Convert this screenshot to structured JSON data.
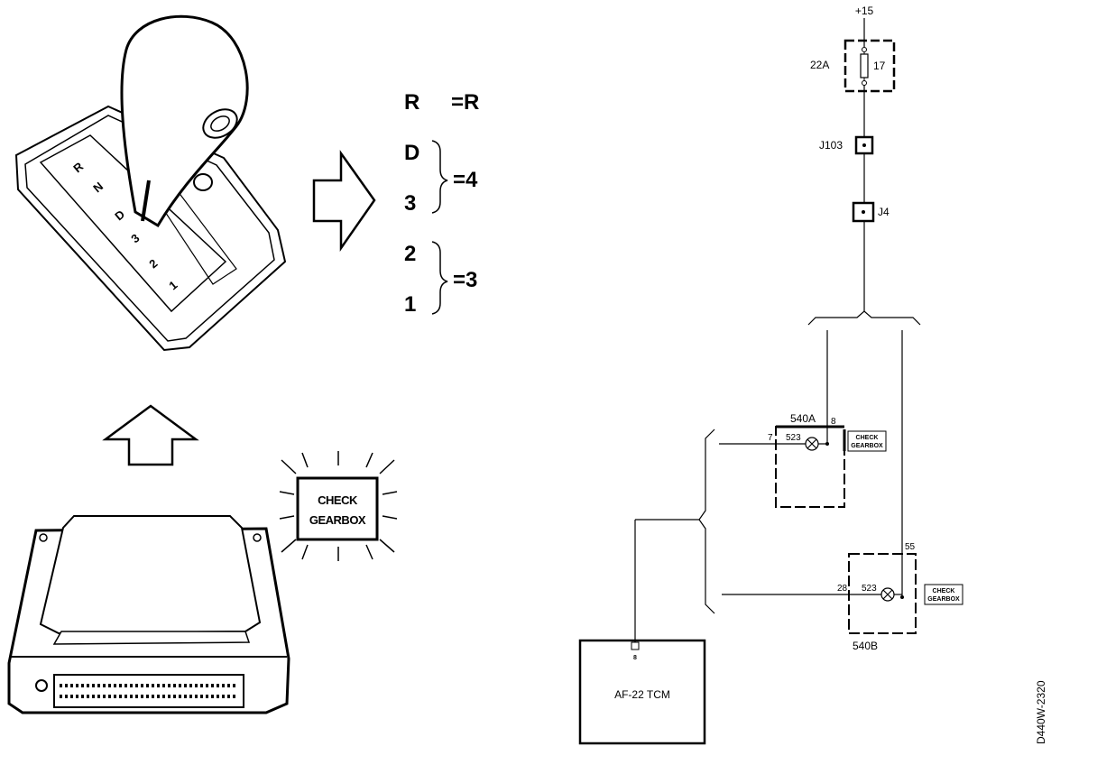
{
  "gear_mapping": [
    {
      "selector": "R",
      "result": "=R"
    },
    {
      "selector": "D",
      "result": ""
    },
    {
      "selector": "3",
      "result": ""
    },
    {
      "selector": "2",
      "result": ""
    },
    {
      "selector": "1",
      "result": ""
    }
  ],
  "group_results": {
    "d3": "=4",
    "two_one": "=3"
  },
  "gear_knob_markings": [
    "R",
    "N",
    "D",
    "3",
    "2",
    "1"
  ],
  "warning_lamp": {
    "line1": "CHECK",
    "line2": "GEARBOX"
  },
  "schematic": {
    "supply": "+15",
    "fuse_box": "22A",
    "fuse_number": "17",
    "junction_1": "J103",
    "junction_2": "J4",
    "module_a": {
      "name": "540A",
      "pin_in": "7",
      "pin_out": "8",
      "bulb": "523",
      "lamp_label_1": "CHECK",
      "lamp_label_2": "GEARBOX"
    },
    "module_b": {
      "name": "540B",
      "pin_in": "28",
      "pin_out": "55",
      "bulb": "523",
      "lamp_label_1": "CHECK",
      "lamp_label_2": "GEARBOX"
    },
    "tcm": "AF-22 TCM",
    "tcm_pin": "8"
  },
  "figure_id": "D440W-2320"
}
